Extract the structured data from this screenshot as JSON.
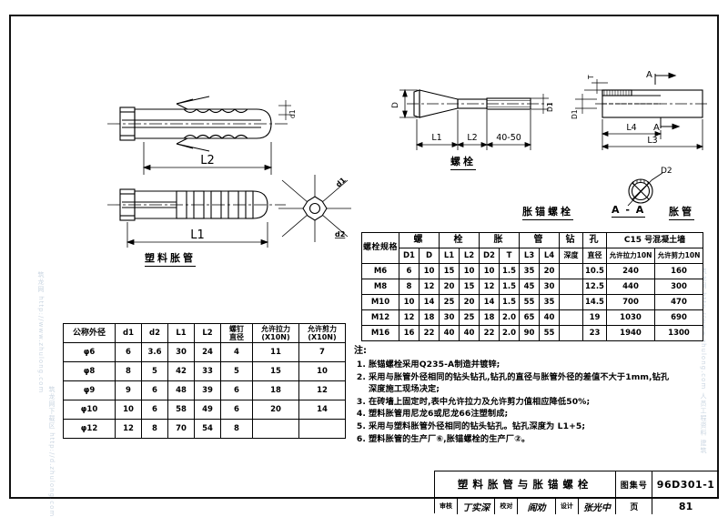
{
  "drawing": {
    "sheet_title": "塑料胀管与胀锚螺栓",
    "atlas_label": "图集号",
    "atlas_number": "96D301-1",
    "page_label": "页",
    "page_number": "81",
    "approver_label": "审核",
    "approver_name": "丁实深",
    "checker_label": "校对",
    "checker_name": "阎劝",
    "designer_label": "设计",
    "designer_name": "张光中"
  },
  "figures": {
    "plastic_tube": {
      "caption": "塑料胀管",
      "dim_L2": "L2",
      "dim_L1": "L1",
      "dim_d1_small": "d1",
      "section_d1": "d1",
      "section_d2": "d2"
    },
    "bolt": {
      "caption": "螺栓",
      "dim_D": "D",
      "dim_D1": "D1",
      "dim_L1": "L1",
      "dim_L2": "L2",
      "dim_thread": "40-50"
    },
    "expansion_tube": {
      "caption": "胀管",
      "dim_T": "T",
      "dim_D1": "D1",
      "dim_L4": "L4",
      "dim_L3": "L3",
      "cut_mark_a": "A",
      "cut_mark_a2": "A"
    },
    "anchor_bolt": {
      "caption": "胀锚螺栓"
    },
    "section": {
      "caption": "A - A",
      "dim_D2": "D2"
    }
  },
  "bolt_table": {
    "group_headers": [
      {
        "label": "螺栓规格",
        "span": 1,
        "rowspan": 2
      },
      {
        "label": "螺",
        "span": 2
      },
      {
        "label": "栓",
        "span": 2
      },
      {
        "label": "胀",
        "span": 2
      },
      {
        "label": "管",
        "span": 2
      },
      {
        "label": "钻",
        "span": 1
      },
      {
        "label": "孔",
        "span": 1
      },
      {
        "label": "C15 号混凝土墙",
        "span": 2
      }
    ],
    "sub_headers": [
      "D1",
      "D",
      "L1",
      "L2",
      "D2",
      "T",
      "L3",
      "L4",
      "深度",
      "直径",
      "允许拉力10N",
      "允许剪力10N"
    ],
    "rows": [
      {
        "spec": "M6",
        "values": [
          "6",
          "10",
          "15",
          "10",
          "10",
          "1.5",
          "35",
          "20",
          "",
          "10.5",
          "240",
          "160"
        ]
      },
      {
        "spec": "M8",
        "values": [
          "8",
          "12",
          "20",
          "15",
          "12",
          "1.5",
          "45",
          "30",
          "",
          "12.5",
          "440",
          "300"
        ]
      },
      {
        "spec": "M10",
        "values": [
          "10",
          "14",
          "25",
          "20",
          "14",
          "1.5",
          "55",
          "35",
          "",
          "14.5",
          "700",
          "470"
        ]
      },
      {
        "spec": "M12",
        "values": [
          "12",
          "18",
          "30",
          "25",
          "18",
          "2.0",
          "65",
          "40",
          "",
          "19",
          "1030",
          "690"
        ]
      },
      {
        "spec": "M16",
        "values": [
          "16",
          "22",
          "40",
          "40",
          "22",
          "2.0",
          "90",
          "55",
          "",
          "23",
          "1940",
          "1300"
        ]
      }
    ]
  },
  "tube_table": {
    "headers": [
      "公称外径",
      "d1",
      "d2",
      "L1",
      "L2",
      "螺钉\n直径",
      "允许拉力\n(X10N)",
      "允许剪力\n(X10N)"
    ],
    "headers_flat": [
      "公称外径",
      "d1",
      "d2",
      "L1",
      "L2",
      "螺钉直径",
      "允许拉力(X10N)",
      "允许剪力(X10N)"
    ],
    "rows": [
      {
        "od": "φ6",
        "values": [
          "6",
          "3.6",
          "30",
          "24",
          "4",
          "11",
          "7"
        ]
      },
      {
        "od": "φ8",
        "values": [
          "8",
          "5",
          "42",
          "33",
          "5",
          "15",
          "10"
        ]
      },
      {
        "od": "φ9",
        "values": [
          "9",
          "6",
          "48",
          "39",
          "6",
          "18",
          "12"
        ]
      },
      {
        "od": "φ10",
        "values": [
          "10",
          "6",
          "58",
          "49",
          "6",
          "20",
          "14"
        ]
      },
      {
        "od": "φ12",
        "values": [
          "12",
          "8",
          "70",
          "54",
          "8",
          "",
          ""
        ]
      }
    ]
  },
  "notes": {
    "title": "注:",
    "items": [
      {
        "num": "1.",
        "text": "胀锚螺栓采用Q235-A制造并镀锌;"
      },
      {
        "num": "2.",
        "text": "采用与胀管外径相同的钻头钻孔,钻孔的直径与胀管外径的差值不大于1mm,钻孔深度施工现场决定;"
      },
      {
        "num": "3.",
        "text": "在砖墙上固定时,表中允许拉力及允许剪力值相应降低50%;"
      },
      {
        "num": "4.",
        "text": "塑料胀管用尼龙6或尼龙66注塑制成;"
      },
      {
        "num": "5.",
        "text": "采用与塑料胀管外径相同的钻头钻孔。钻孔深度为 L1+5;"
      },
      {
        "num": "6.",
        "text": "塑料胀管的生产厂⑥,胀锚螺栓的生产厂②。"
      }
    ]
  },
  "watermarks": {
    "left_upper": "筑龙网 http://www.zhulong.com",
    "left_lower": "筑龙网下载区 http://d.zhulong.com",
    "right_upper": "筑龙网 http://www.zhulong.com 人员工程资料 建筑"
  },
  "colors": {
    "ink": "#000000",
    "watermark": "#9fb4c9",
    "paper": "#ffffff"
  }
}
